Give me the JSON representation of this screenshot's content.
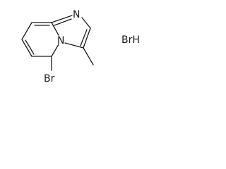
{
  "molecule": {
    "atoms": {
      "n_imidazole": "N",
      "n_bridge": "N",
      "bromine": "Br"
    },
    "salt": "BrH"
  },
  "colors": {
    "ink": "#1a1a1a",
    "background": "#ffffff"
  }
}
